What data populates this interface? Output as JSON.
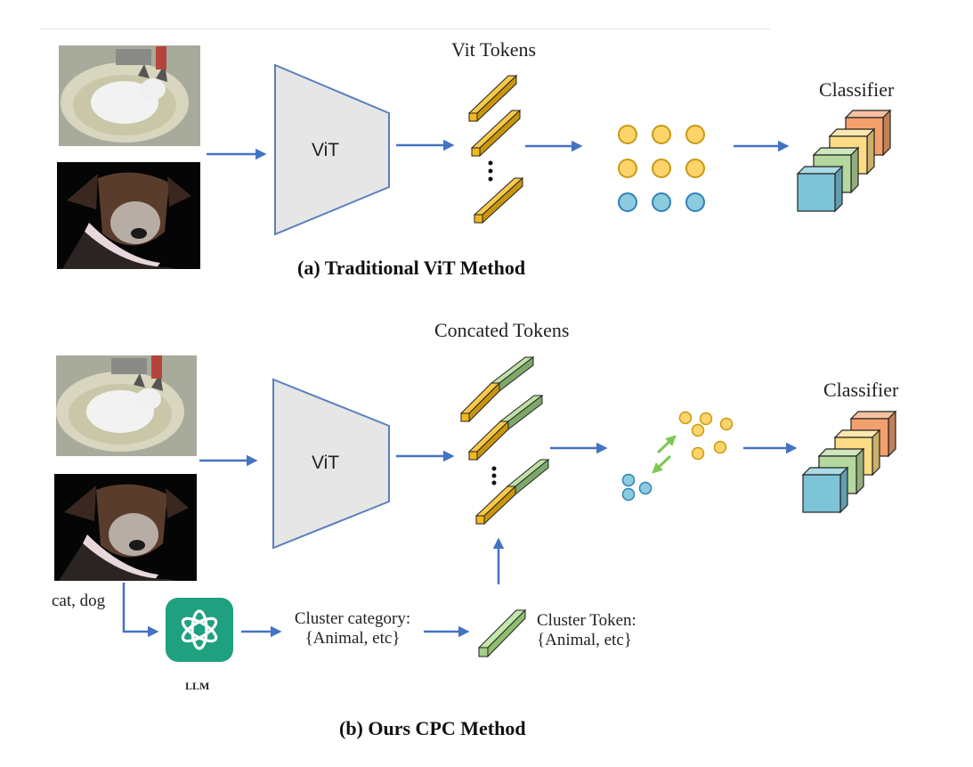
{
  "panel_a": {
    "tokens_label": "Vit Tokens",
    "encoder_label": "ViT",
    "classifier_label": "Classifier",
    "caption": "(a) Traditional ViT Method",
    "inputs": [
      "cat-in-sink-photo",
      "dog-with-collar-photo"
    ],
    "feature_grid": {
      "rows": 3,
      "cols": 3,
      "row_classes": [
        "yellow",
        "yellow",
        "blue"
      ]
    }
  },
  "panel_b": {
    "tokens_label": "Concated Tokens",
    "encoder_label": "ViT",
    "classifier_label": "Classifier",
    "caption": "(b) Ours CPC Method",
    "class_names": "cat, dog",
    "llm_label": "LLM",
    "cluster_category_line1": "Cluster category:",
    "cluster_category_line2": "{Animal, etc}",
    "cluster_token_line1": "Cluster Token:",
    "cluster_token_line2": "{Animal, etc}",
    "inputs": [
      "cat-in-sink-photo",
      "dog-with-collar-photo"
    ]
  },
  "colors": {
    "arrow": "#4472c4",
    "vit_fill": "#e6e6e6",
    "vit_stroke": "#5b7fc0",
    "token_yellow": "#f4b81c",
    "token_green": "#a8cf8a",
    "circle_yellow": "#fdd46a",
    "circle_blue": "#8ccbe0",
    "classifier": [
      "#7ec4d9",
      "#b5d89c",
      "#fddc85",
      "#f3a06e"
    ],
    "llm_green": "#1fa07e",
    "double_arrow": "#7dc852"
  }
}
